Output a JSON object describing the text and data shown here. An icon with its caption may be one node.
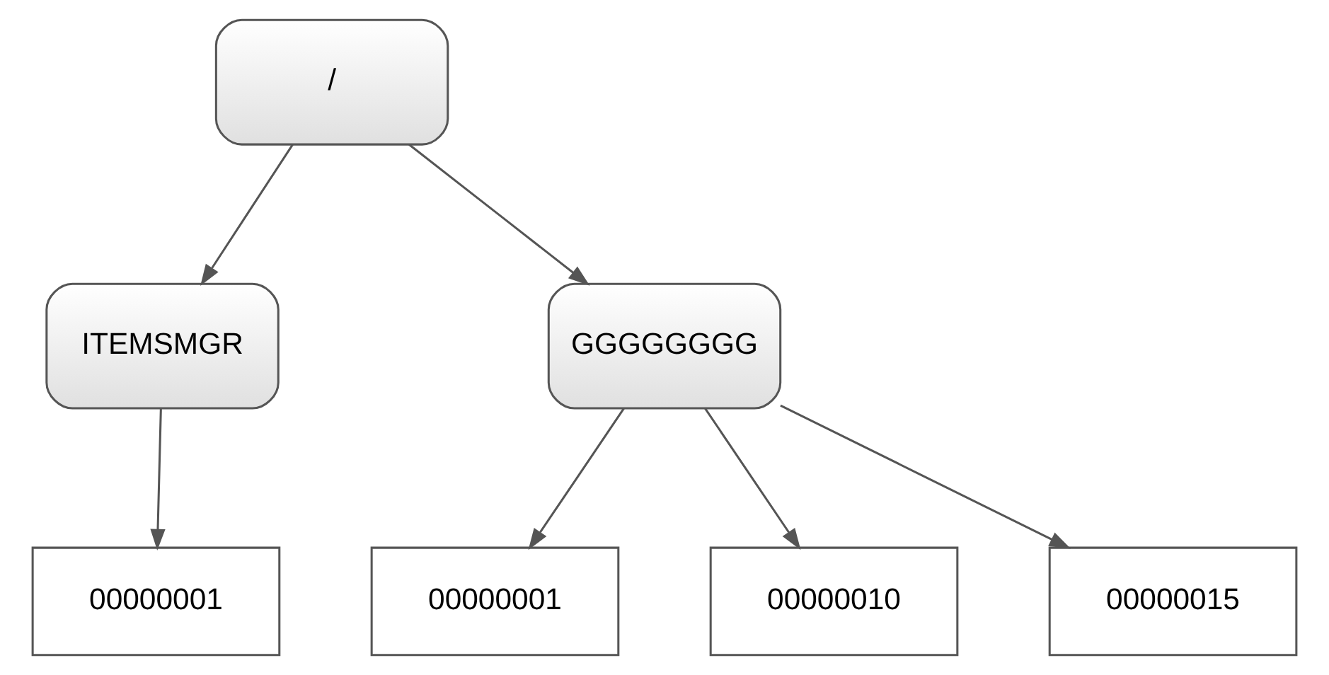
{
  "diagram": {
    "nodes": [
      {
        "text": [
          "/"
        ]
      },
      {
        "text": [
          "ITEMSMGR"
        ]
      },
      {
        "text": [
          "GGGGGGGG"
        ]
      },
      {
        "text": [
          "00000001"
        ]
      },
      {
        "text": [
          "00000001"
        ]
      },
      {
        "text": [
          "00000010"
        ]
      },
      {
        "text": [
          "00000015"
        ]
      }
    ],
    "edges": [
      {
        "from": 0,
        "to": 1,
        "arrow": "to"
      },
      {
        "from": 0,
        "to": 2,
        "arrow": "to"
      },
      {
        "from": 1,
        "to": 3,
        "arrow": "to"
      },
      {
        "from": 2,
        "to": 4,
        "arrow": "to"
      },
      {
        "from": 2,
        "to": 5,
        "arrow": "to"
      },
      {
        "from": 2,
        "to": 6,
        "arrow": "to"
      }
    ]
  }
}
